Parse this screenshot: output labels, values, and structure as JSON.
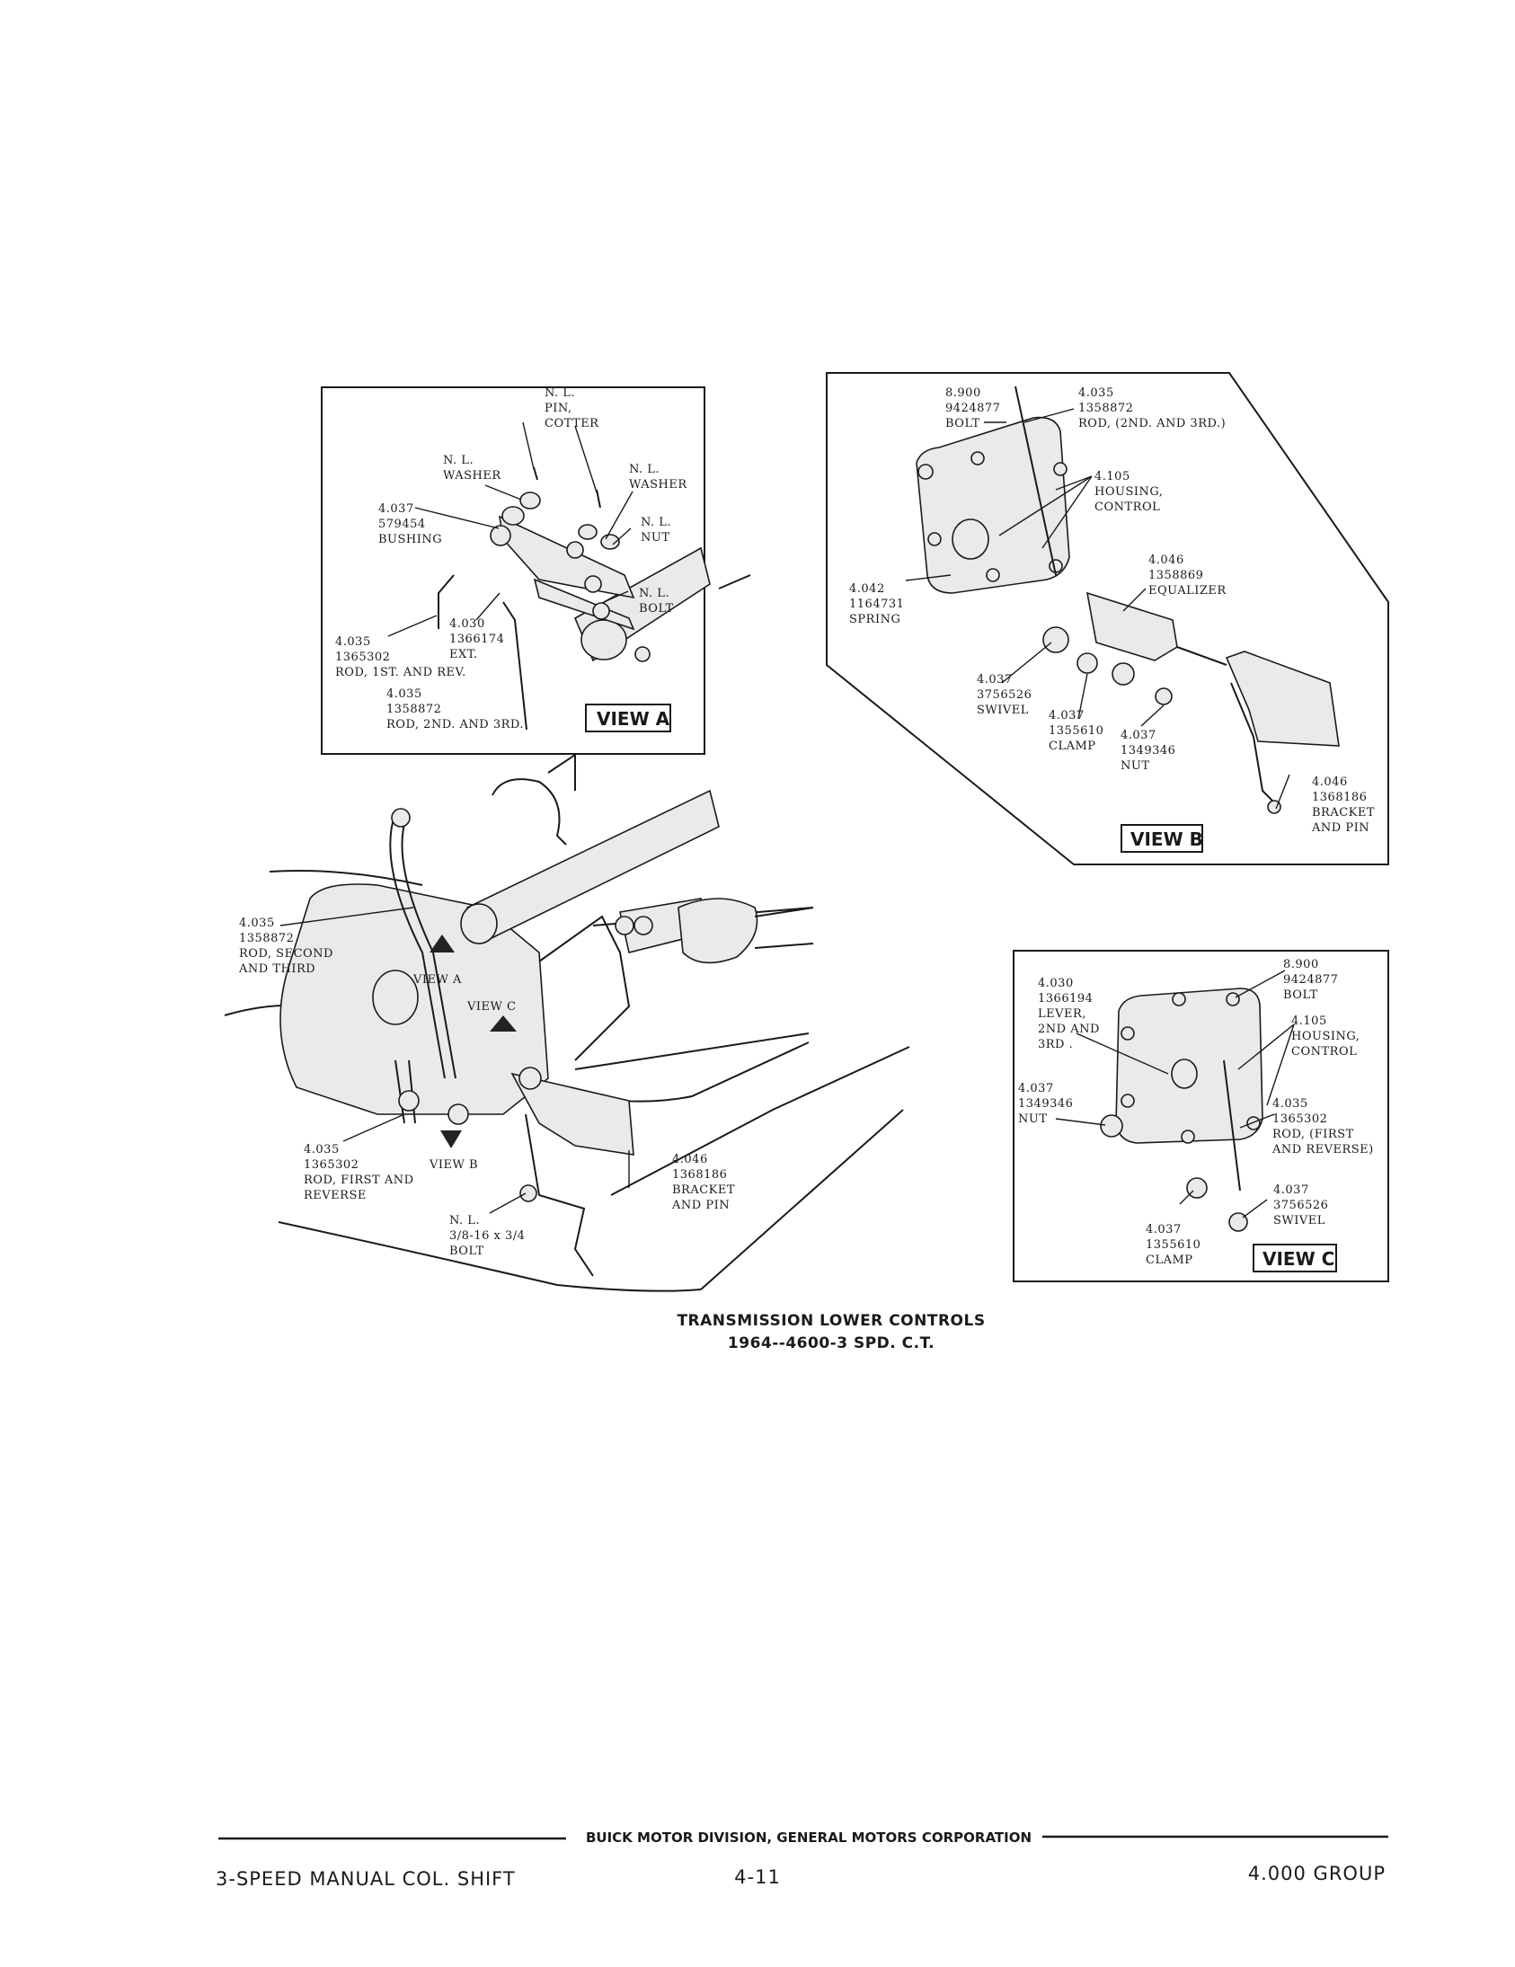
{
  "caption": {
    "line1": "TRANSMISSION LOWER CONTROLS",
    "line2": "1964--4600-3 SPD. C.T."
  },
  "footer": {
    "division": "BUICK MOTOR DIVISION, GENERAL MOTORS CORPORATION",
    "left": "3-SPEED MANUAL COL. SHIFT",
    "page": "4-11",
    "right": "4.000 GROUP"
  },
  "view_a": {
    "tag": "VIEW A",
    "labels": {
      "pin": [
        "N. L.",
        "PIN,",
        "COTTER"
      ],
      "washer_left": [
        "N. L.",
        "WASHER"
      ],
      "washer_right": [
        "N. L.",
        "WASHER"
      ],
      "nut": [
        "N. L.",
        "NUT"
      ],
      "bolt": [
        "N. L.",
        "BOLT"
      ],
      "bushing": [
        "4.037",
        "579454",
        "BUSHING"
      ],
      "ext": [
        "4.030",
        "1366174",
        "EXT."
      ],
      "rod_1st": [
        "4.035",
        "1365302",
        "ROD, 1ST. AND REV."
      ],
      "rod_2nd": [
        "4.035",
        "1358872",
        "ROD, 2ND. AND 3RD."
      ]
    }
  },
  "view_b": {
    "tag": "VIEW B",
    "labels": {
      "bolt": [
        "8.900",
        "9424877",
        "BOLT"
      ],
      "rod": [
        "4.035",
        "1358872",
        "ROD, (2ND. AND 3RD.)"
      ],
      "housing": [
        "4.105",
        "HOUSING,",
        "CONTROL"
      ],
      "equalizer": [
        "4.046",
        "1358869",
        "EQUALIZER"
      ],
      "spring": [
        "4.042",
        "1164731",
        "SPRING"
      ],
      "swivel": [
        "4.037",
        "3756526",
        "SWIVEL"
      ],
      "clamp": [
        "4.037",
        "1355610",
        "CLAMP"
      ],
      "nut": [
        "4.037",
        "1349346",
        "NUT"
      ],
      "bracket": [
        "4.046",
        "1368186",
        "BRACKET",
        "AND PIN"
      ]
    }
  },
  "view_c": {
    "tag": "VIEW C",
    "labels": {
      "lever": [
        "4.030",
        "1366194",
        "LEVER,",
        "2ND AND",
        "3RD ."
      ],
      "bolt": [
        "8.900",
        "9424877",
        "BOLT"
      ],
      "housing": [
        "4.105",
        "HOUSING,",
        "CONTROL"
      ],
      "nut": [
        "4.037",
        "1349346",
        "NUT"
      ],
      "rod": [
        "4.035",
        "1365302",
        "ROD, (FIRST",
        "AND REVERSE)"
      ],
      "swivel": [
        "4.037",
        "3756526",
        "SWIVEL"
      ],
      "clamp": [
        "4.037",
        "1355610",
        "CLAMP"
      ]
    }
  },
  "main": {
    "labels": {
      "rod_second": [
        "4.035",
        "1358872",
        "ROD, SECOND",
        "AND THIRD"
      ],
      "view_a_ptr": "VIEW A",
      "view_c_ptr": "VIEW C",
      "view_b_ptr": "VIEW B",
      "rod_first": [
        "4.035",
        "1365302",
        "ROD, FIRST AND",
        "REVERSE"
      ],
      "bolt": [
        "N. L.",
        "3/8-16 x 3/4",
        "BOLT"
      ],
      "bracket": [
        "4.046",
        "1368186",
        "BRACKET",
        "AND PIN"
      ]
    }
  }
}
